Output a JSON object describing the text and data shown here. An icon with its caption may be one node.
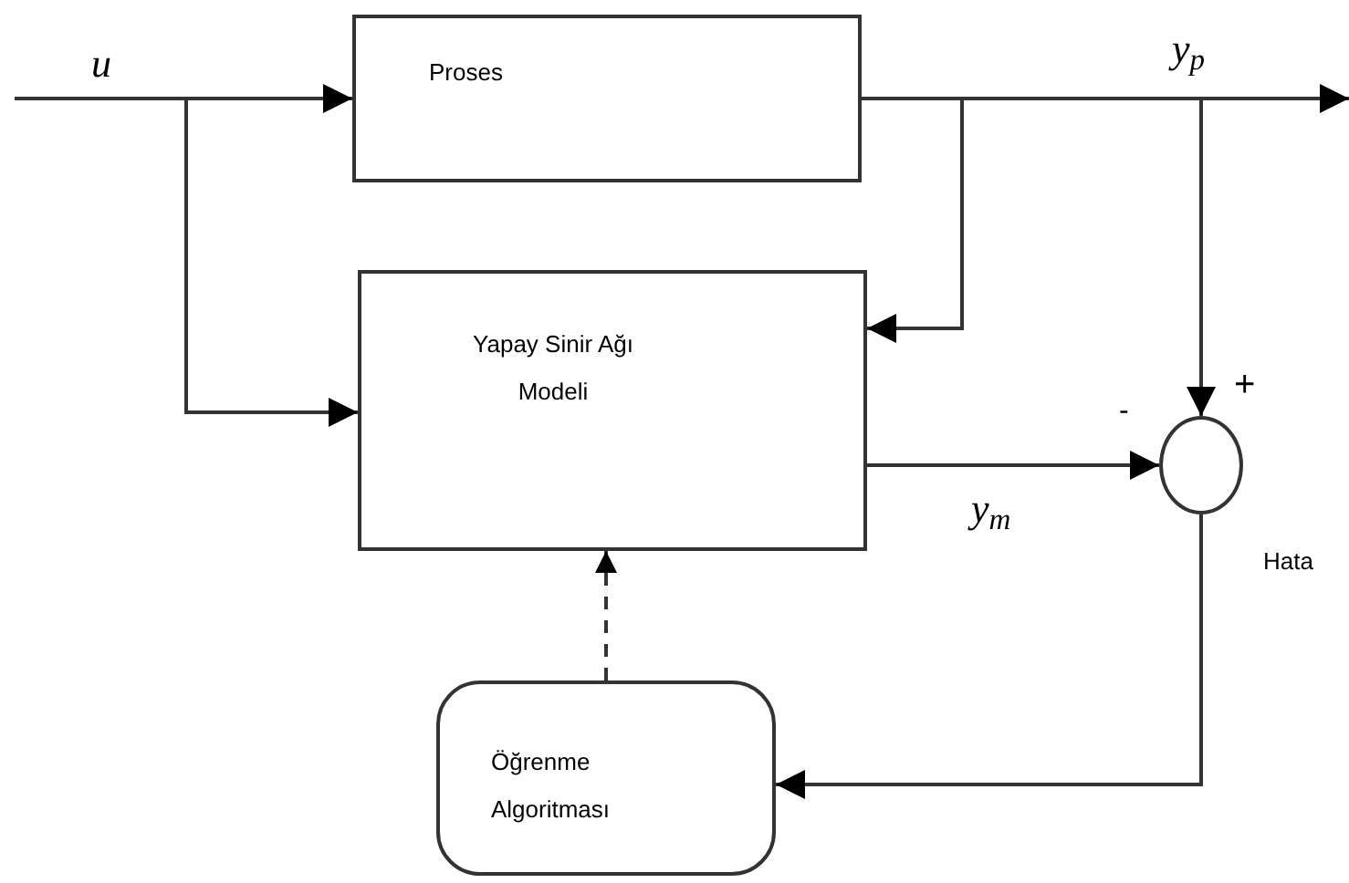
{
  "diagram": {
    "nodes": [
      {
        "text": [
          "Proses"
        ]
      },
      {
        "text": [
          "Yapay Sinir Ağı Modeli"
        ]
      },
      {
        "text": [],
        "shape": "circle"
      },
      {
        "text": [
          "Öğrenme Algoritması"
        ]
      }
    ],
    "edges": [
      {
        "from": null,
        "to": 0,
        "arrow": "to",
        "label": "u"
      },
      {
        "from": null,
        "to": 1,
        "arrow": "to"
      },
      {
        "from": 0,
        "to": null,
        "arrow": "to",
        "label": "y$_{p}$"
      },
      {
        "from": 0,
        "to": 1,
        "arrow": "to"
      },
      {
        "from": 0,
        "to": 2,
        "arrow": "to"
      },
      {
        "from": 1,
        "to": 2,
        "arrow": "to",
        "label": "y$_{m}$"
      },
      {
        "from": 2,
        "to": 3,
        "arrow": "to",
        "label": "Hata"
      },
      {
        "from": 3,
        "to": 1,
        "arrow": "to",
        "style": "dashed"
      }
    ],
    "labels": [
      "-",
      "+"
    ]
  }
}
